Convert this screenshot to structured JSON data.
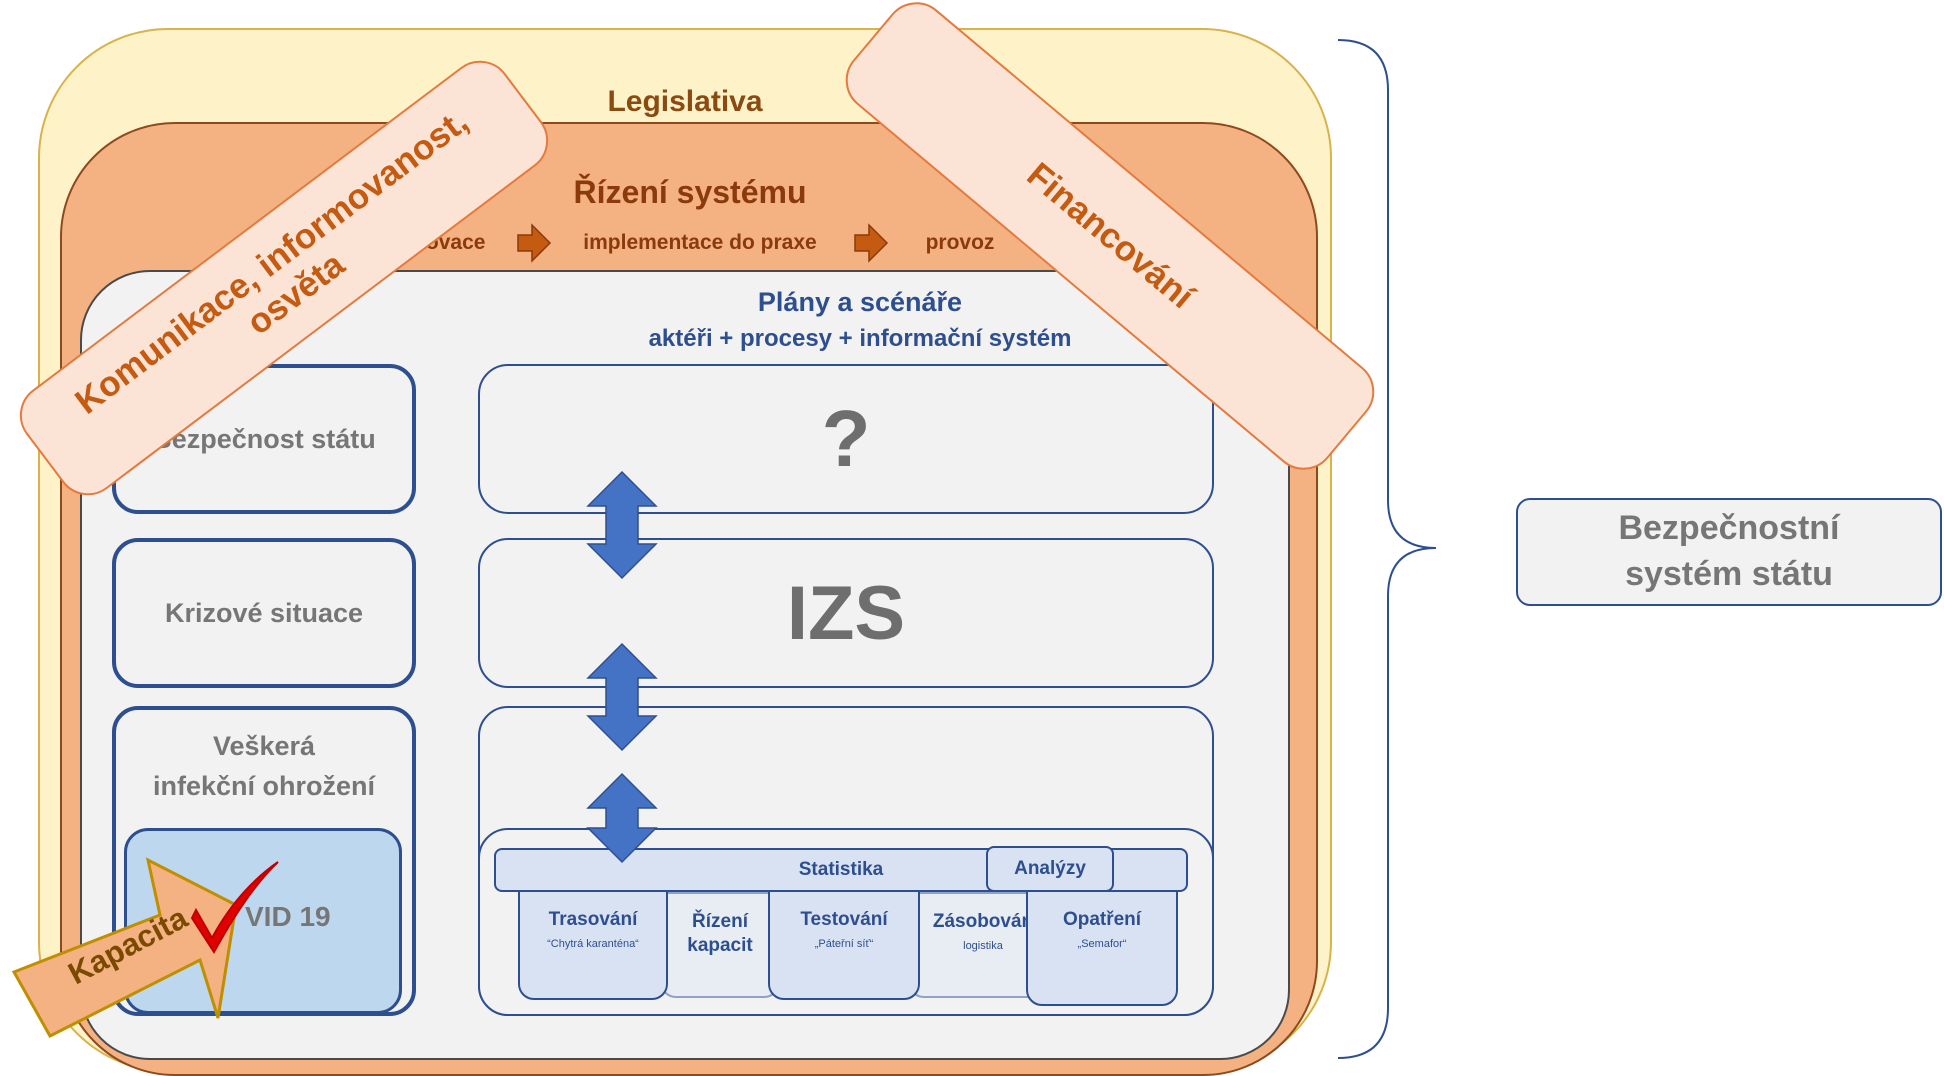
{
  "layers": {
    "legislativa": "Legislativa",
    "rizeni": "Řízení systému",
    "flow": [
      "…, inovace",
      "implementace do praxe",
      "provoz"
    ],
    "plany": "Plány a scénáře",
    "plany_sub": "aktéři + procesy + informační systém"
  },
  "left": {
    "bezpecnost": "Bezpečnost státu",
    "krizove": "Krizové situace",
    "veskera_line1": "Veškerá",
    "veskera_line2": "infekční ohrožení",
    "covid": "VID 19"
  },
  "right": {
    "top": "?",
    "mid": "IZS"
  },
  "bottom": {
    "statistika": "Statistika",
    "analyzy": "Analýzy",
    "columns": [
      {
        "main": "Trasování",
        "sub": "“Chytrá karanténa“"
      },
      {
        "main": "Řízení kapacit",
        "sub": ""
      },
      {
        "main": "Testování",
        "sub": "„Páteřní síť“"
      },
      {
        "main": "Zásobován",
        "sub": "logistika"
      },
      {
        "main": "Opatření",
        "sub": "„Semafor“"
      }
    ]
  },
  "overlays": {
    "komunikace": "Komunikace, informovanost, osvěta",
    "financovani": "Financování",
    "kapacita": "Kapacita"
  },
  "side": {
    "line1": "Bezpečnostní",
    "line2": "systém státu"
  },
  "colors": {
    "legis_fill": "#fef2c8",
    "rizeni_fill": "#f4b182",
    "plany_fill": "#f2f2f2",
    "blue": "#2e4f8f",
    "arrow_blue": "#4472c4",
    "orange_text": "#c55a11",
    "check_red": "#e00000"
  }
}
